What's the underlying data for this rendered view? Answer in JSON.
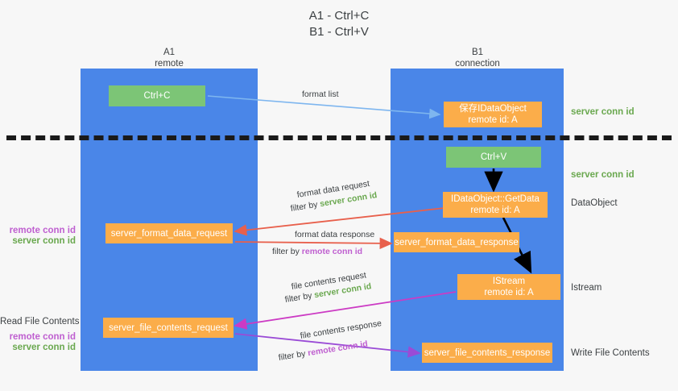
{
  "title": {
    "line1": "A1 - Ctrl+C",
    "line2": "B1 - Ctrl+V"
  },
  "columns": [
    {
      "name": "A1",
      "sub": "remote"
    },
    {
      "name": "B1",
      "sub": "connection"
    }
  ],
  "nodes": {
    "ctrl_c": {
      "label": "Ctrl+C"
    },
    "save_data_object": {
      "line1": "保存IDataObject",
      "line2": "remote id: A"
    },
    "ctrl_v": {
      "label": "Ctrl+V"
    },
    "get_data": {
      "line1": "IDataObject::GetData",
      "line2": "remote id: A"
    },
    "server_format_data_request": {
      "label": "server_format_data_request"
    },
    "server_format_data_response": {
      "label": "server_format_data_response"
    },
    "istream": {
      "line1": "IStream",
      "line2": "remote id: A"
    },
    "server_file_contents_request": {
      "label": "server_file_contents_request"
    },
    "server_file_contents_response": {
      "label": "server_file_contents_response"
    }
  },
  "annotations": {
    "right_server_conn_id_1": "server conn id",
    "right_server_conn_id_2": "server conn id",
    "right_data_object": "DataObject",
    "right_istream": "Istream",
    "right_write_file_contents": "Write File Contents",
    "left_remote_conn_id_1": "remote conn id",
    "left_server_conn_id_1": "server conn id",
    "left_read_file_contents": "Read File Contents",
    "left_remote_conn_id_2": "remote conn id",
    "left_server_conn_id_2": "server conn id"
  },
  "edges": {
    "format_list": "format list",
    "format_data_request": "format data request",
    "format_data_request_filter_prefix": "filter by ",
    "format_data_request_filter_key": "server conn id",
    "format_data_response": "format data response",
    "format_data_response_filter_prefix": "filter by ",
    "format_data_response_filter_key": "remote conn id",
    "file_contents_request": "file contents request",
    "file_contents_request_filter_prefix": "filter by ",
    "file_contents_request_filter_key": "server conn id",
    "file_contents_response": "file contents response",
    "file_contents_response_filter_prefix": "filter by ",
    "file_contents_response_filter_key": "remote conn id"
  },
  "colors": {
    "lane": "#4a86e8",
    "green_node": "#7cc576",
    "orange_node": "#fbad4a",
    "green_text": "#6aa84f",
    "magenta_text": "#bf5fd0",
    "arrow_blue": "#7eb6ef",
    "arrow_red": "#e8604c",
    "arrow_magenta": "#cc3bc4",
    "arrow_purple": "#9a4bd6",
    "arrow_black": "#000000",
    "background": "#f7f7f7"
  }
}
